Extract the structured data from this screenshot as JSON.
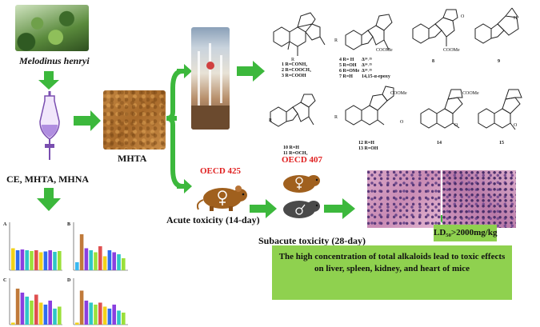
{
  "plant": {
    "name": "Melodinus henryi"
  },
  "extracts": {
    "label": "CE, MHTA, MHNA"
  },
  "powder": {
    "label": "MHTA"
  },
  "compounds": {
    "set1": [
      "1 R=CONH₂",
      "2 R=COOCH₃",
      "3 R=COOH"
    ],
    "set2": [
      "4 R= H",
      "5 R=OH",
      "6 R=OMe",
      "7 R=H"
    ],
    "set2_delta": [
      "Δ¹⁴˒¹⁵",
      "Δ¹⁴˒¹⁵",
      "Δ¹⁴˒¹⁵",
      "14,15-α-epoxy"
    ],
    "set3": [
      "10 R=H",
      "11 R=OCH₃"
    ],
    "set4": [
      "12 R=H",
      "13 R=OH"
    ],
    "numbers": {
      "n8": "8",
      "n9": "9",
      "n14": "14",
      "n15": "15"
    },
    "groups": {
      "coome": "COOMe",
      "r": "R",
      "o": "O",
      "h": "H",
      "nh": "N"
    }
  },
  "acute": {
    "guideline": "OECD 425",
    "label": "Acute toxicity (14-day)"
  },
  "subacute": {
    "guideline": "OECD 407",
    "label": "Subacute toxicity (28-day)"
  },
  "ld50": {
    "text": "LD₅₀>2000mg/kg"
  },
  "conclusion": {
    "text": "The high concentration of total  alkaloids lead to toxic effects on liver, spleen, kidney, and heart of mice"
  },
  "panels": [
    "A",
    "B",
    "C",
    "D"
  ],
  "colors": {
    "arrow": "#3cb83c",
    "box": "#8fd14f",
    "red": "#e02020"
  }
}
